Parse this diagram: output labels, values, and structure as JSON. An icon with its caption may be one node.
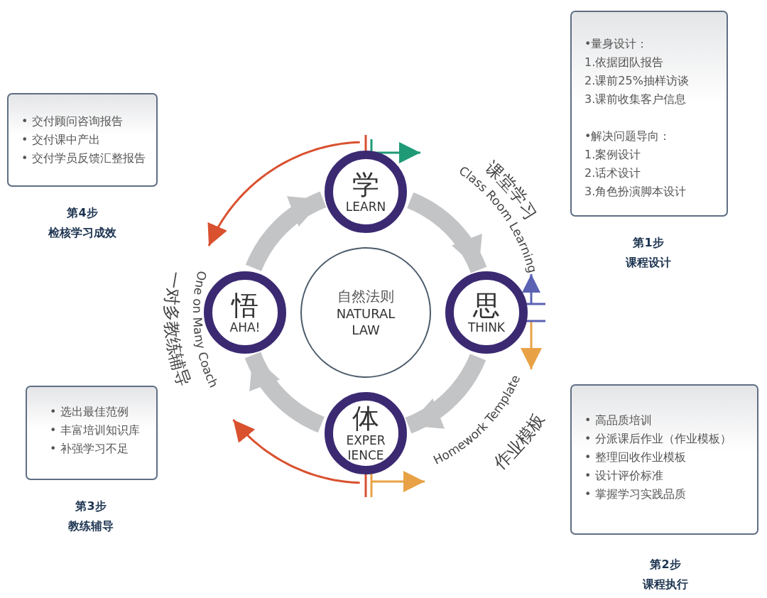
{
  "diagram": {
    "nodes": [
      {
        "text": [
          "•量身设计：",
          "1.依据团队报告",
          "2.课前25%抽样访谈",
          "3.课前收集客户信息",
          "•解决问题导向：",
          "1.案例设计",
          "2.话术设计",
          "3.角色扮演脚本设计"
        ],
        "beside": [
          "第1步",
          "课程设计"
        ]
      },
      {
        "text": [
          "• 高品质培训",
          "• 分派课后作业（作业模板）",
          "• 整理回收作业模板",
          "• 设计评价标准",
          "• 掌握学习实践品质"
        ],
        "beside": [
          "第2步",
          "课程执行"
        ]
      },
      {
        "text": [
          "• 选出最佳范例",
          "• 丰富培训知识库",
          "• 补强学习不足"
        ],
        "beside": [
          "第3步",
          "教练辅导"
        ]
      },
      {
        "text": [
          "• 交付顾问咨询报告",
          "• 交付课中产出",
          "• 交付学员反馈汇整报告"
        ],
        "beside": [
          "第4步",
          "检核学习成效"
        ]
      },
      {
        "text": [
          "学",
          "LEARN"
        ]
      },
      {
        "text": [
          "思",
          "THINK"
        ]
      },
      {
        "text": [
          "体",
          "EXPER IENCE"
        ]
      },
      {
        "text": [
          "悟",
          "AHA!"
        ]
      },
      {
        "text": [
          "自然法则",
          "NATURAL LAW"
        ]
      }
    ],
    "edges": [
      {
        "from": 4,
        "to": 5,
        "arrow": "to"
      },
      {
        "from": 5,
        "to": 6,
        "arrow": "to"
      },
      {
        "from": 6,
        "to": 7,
        "arrow": "to"
      },
      {
        "from": 7,
        "to": 4,
        "arrow": "to"
      }
    ],
    "labels": [
      "Class Room Learning",
      "课堂学习",
      "Homework Template",
      "作业模板",
      "One on Many Coach",
      "一对多教练辅导"
    ]
  }
}
